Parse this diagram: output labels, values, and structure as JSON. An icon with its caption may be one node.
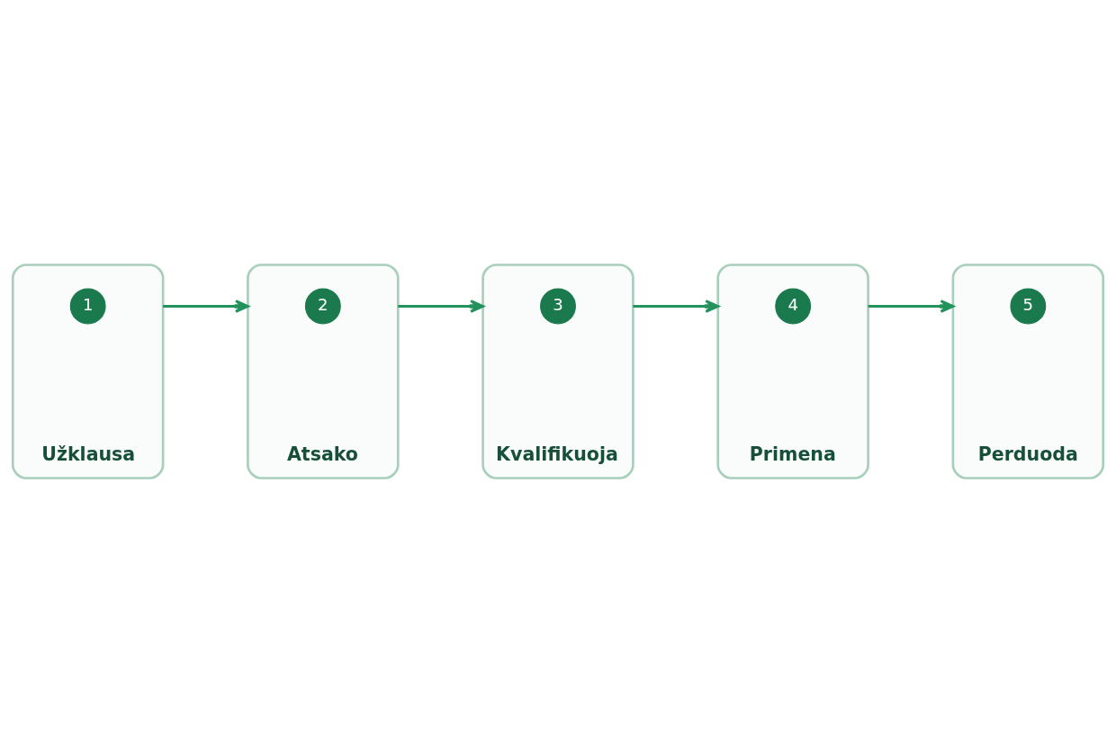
{
  "diagram": {
    "nodes": [
      {
        "text": [
          "Užklausa"
        ]
      },
      {
        "text": [
          "1"
        ],
        "in": 0
      },
      {
        "text": [
          "Atsako"
        ]
      },
      {
        "text": [
          "2"
        ],
        "in": 2
      },
      {
        "text": [
          "Kvalifikuoja"
        ]
      },
      {
        "text": [
          "3"
        ],
        "in": 4
      },
      {
        "text": [
          "Primena"
        ]
      },
      {
        "text": [
          "4"
        ],
        "in": 6
      },
      {
        "text": [
          "Perduoda"
        ]
      },
      {
        "text": [
          "5"
        ],
        "in": 8
      }
    ],
    "edges": [
      {
        "from": 0,
        "to": 2,
        "arrow": "to"
      },
      {
        "from": 2,
        "to": 4,
        "arrow": "to"
      },
      {
        "from": 4,
        "to": 6,
        "arrow": "to"
      },
      {
        "from": 6,
        "to": 8,
        "arrow": "to"
      }
    ]
  }
}
